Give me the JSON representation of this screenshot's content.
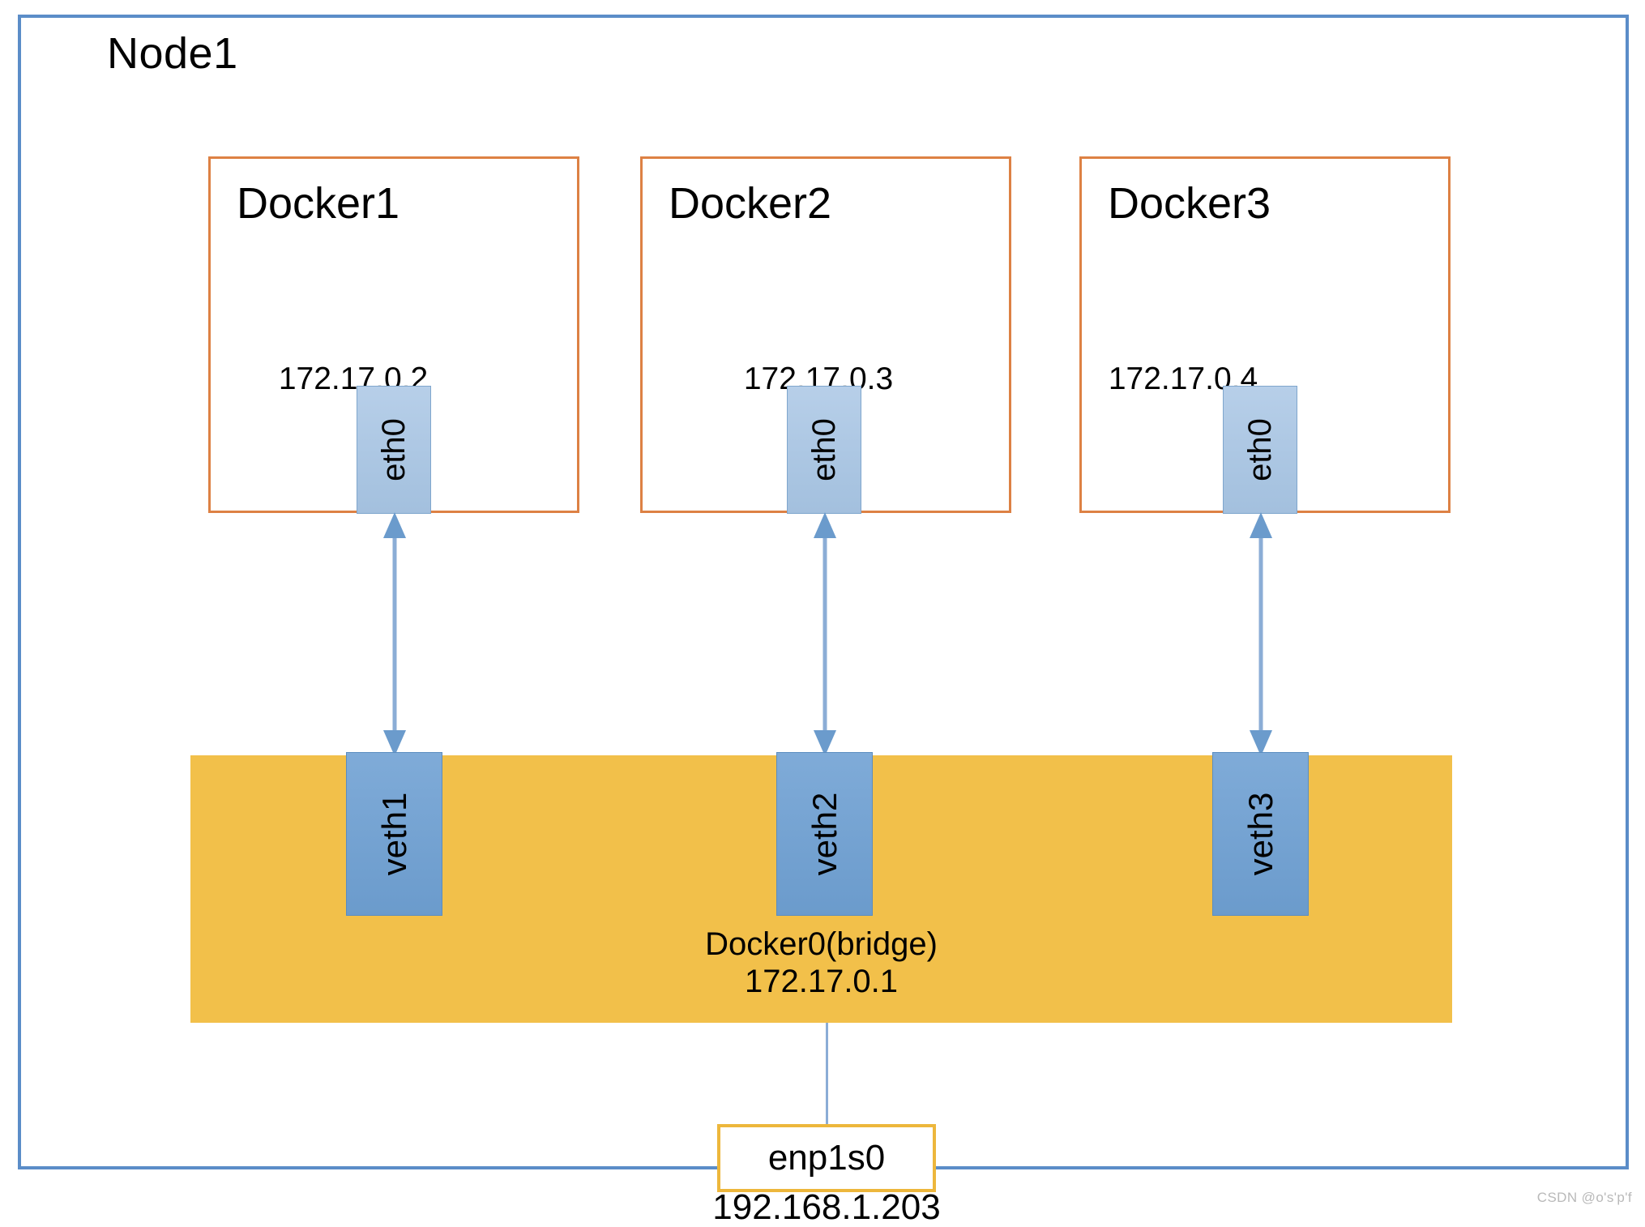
{
  "diagram": {
    "title": "Docker bridge network topology",
    "node": {
      "label": "Node1",
      "border_color": "#5b8dc8"
    },
    "containers": [
      {
        "name": "Docker1",
        "ip": "172.17.0.2",
        "interface": "eth0",
        "peer": "veth1"
      },
      {
        "name": "Docker2",
        "ip": "172.17.0.3",
        "interface": "eth0",
        "peer": "veth2"
      },
      {
        "name": "Docker3",
        "ip": "172.17.0.4",
        "interface": "eth0",
        "peer": "veth3"
      }
    ],
    "bridge": {
      "label": "Docker0(bridge)",
      "ip": "172.17.0.1",
      "fill_color": "#f2c04a",
      "veths": [
        "veth1",
        "veth2",
        "veth3"
      ]
    },
    "uplink": {
      "label": "enp1s0",
      "ip": "192.168.1.203",
      "border_color": "#edb73c"
    },
    "colors": {
      "container_border": "#dd8144",
      "eth_chip": "#a3c0de",
      "veth_chip": "#6b9bcc",
      "connector": "#8badd6"
    }
  },
  "watermark": {
    "text": "CSDN @o's'p'f"
  }
}
